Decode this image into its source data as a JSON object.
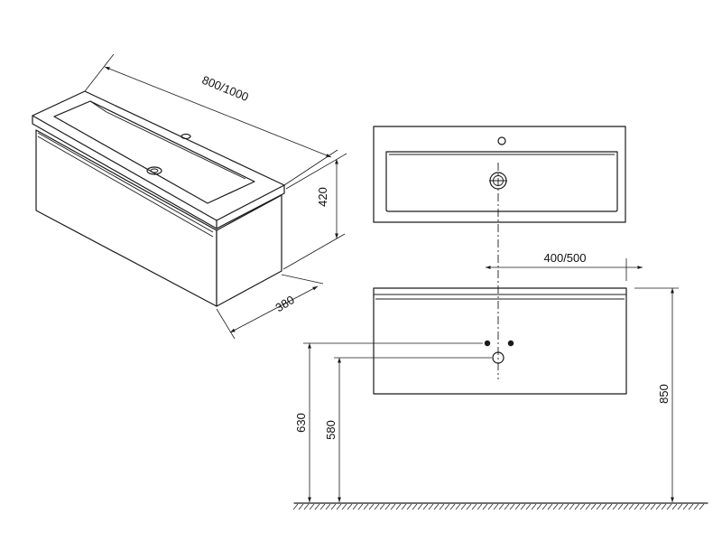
{
  "dimensions": {
    "width": "800/1000",
    "height_cabinet": "420",
    "depth": "380",
    "drain_offset": "400/500",
    "height_total": "850",
    "height_inlet": "630",
    "height_drain": "580"
  }
}
